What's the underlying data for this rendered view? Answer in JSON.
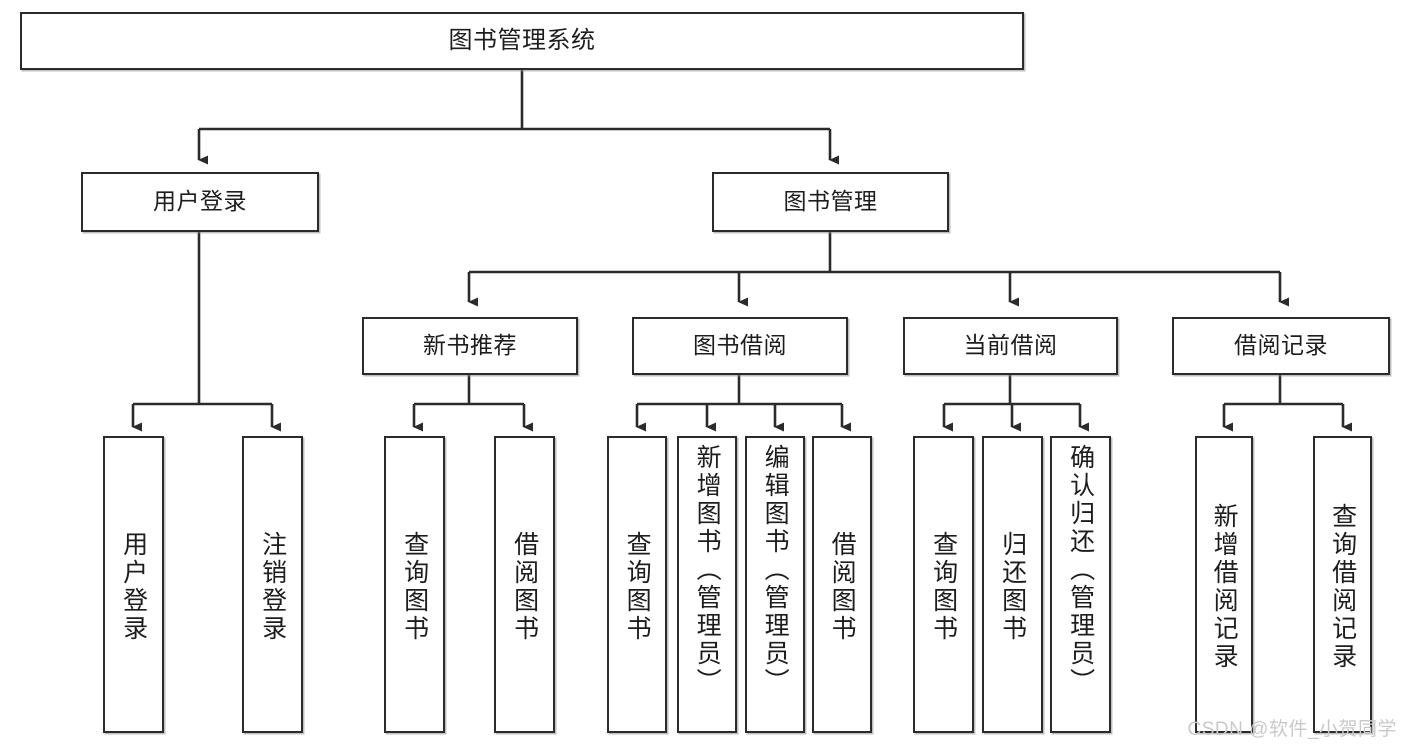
{
  "diagram": {
    "title": "图书管理系统",
    "root": {
      "label": "图书管理系统"
    },
    "level1": [
      {
        "label": "用户登录"
      },
      {
        "label": "图书管理"
      }
    ],
    "level2": [
      {
        "label": "新书推荐"
      },
      {
        "label": "图书借阅"
      },
      {
        "label": "当前借阅"
      },
      {
        "label": "借阅记录"
      }
    ],
    "leaves": {
      "user_login": [
        {
          "label": "用户登录"
        },
        {
          "label": "注销登录"
        }
      ],
      "new_book_recommend": [
        {
          "label": "查询图书"
        },
        {
          "label": "借阅图书"
        }
      ],
      "book_borrow": [
        {
          "label": "查询图书"
        },
        {
          "label": "新增图书（管理员）"
        },
        {
          "label": "编辑图书（管理员）"
        },
        {
          "label": "借阅图书"
        }
      ],
      "current_borrow": [
        {
          "label": "查询图书"
        },
        {
          "label": "归还图书"
        },
        {
          "label": "确认归还（管理员）"
        }
      ],
      "borrow_record": [
        {
          "label": "新增借阅记录"
        },
        {
          "label": "查询借阅记录"
        }
      ]
    }
  },
  "watermark": {
    "text": "CSDN @软件_小贺同学"
  },
  "colors": {
    "stroke": "#2b2b2b",
    "text": "#1d1d1d",
    "background": "#ffffff",
    "watermark": "#c9c9c9"
  }
}
